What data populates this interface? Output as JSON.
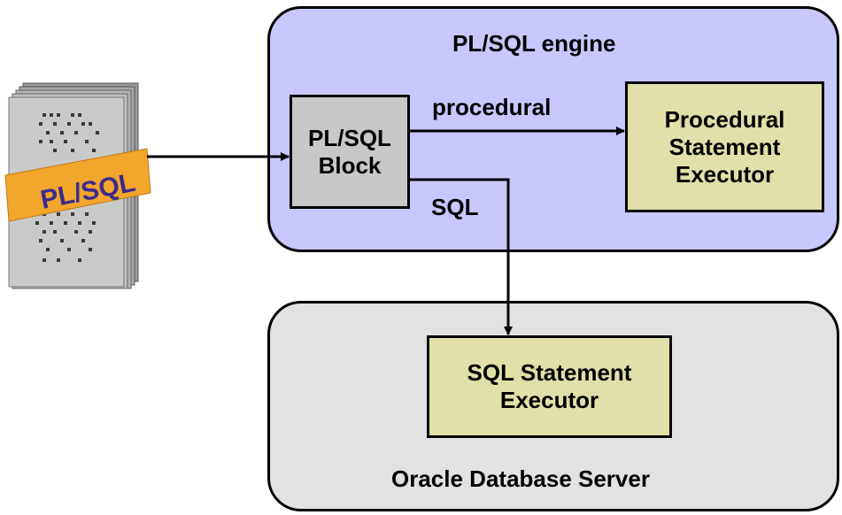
{
  "engine": {
    "title": "PL/SQL engine"
  },
  "block": {
    "label": "PL/SQL\nBlock"
  },
  "procedural_executor": {
    "label": "Procedural\nStatement\nExecutor"
  },
  "edges": {
    "procedural": "procedural",
    "sql": "SQL"
  },
  "sql_executor": {
    "label": "SQL Statement\nExecutor"
  },
  "server": {
    "title": "Oracle Database Server"
  },
  "document_icon": {
    "tag": "PL/SQL"
  },
  "colors": {
    "engine_bg": "#c8c8ff",
    "server_bg": "#e2e2e2",
    "block_bg": "#c8c8c8",
    "executor_bg": "#e0e0a8",
    "tag_band": "#f2a62b"
  }
}
